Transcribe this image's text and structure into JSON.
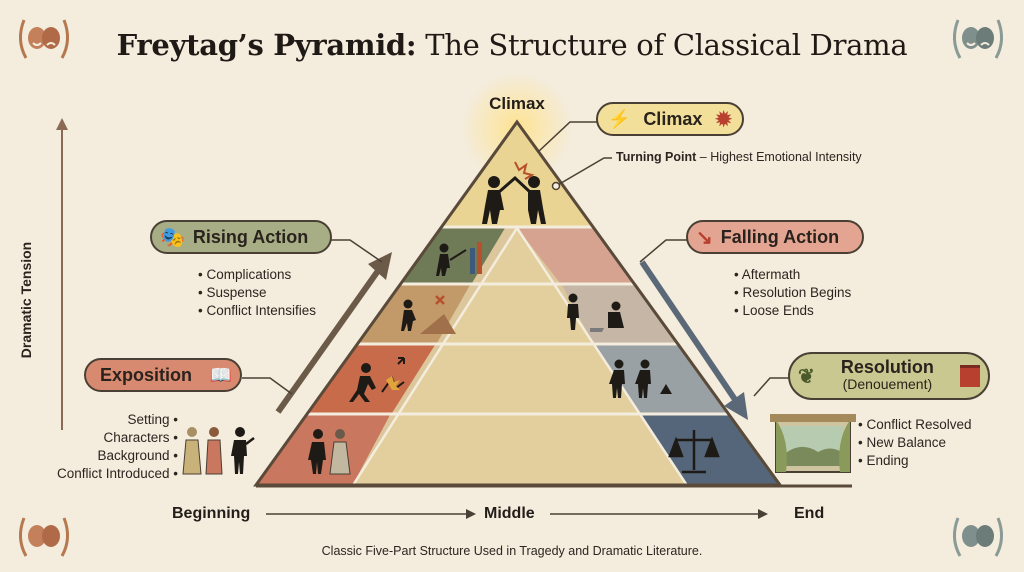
{
  "title": {
    "bold": "Freytag’s Pyramid:",
    "rest": " The Structure of Classical Drama"
  },
  "apex_label": "Climax",
  "y_axis_label": "Dramatic Tension",
  "stages": {
    "climax": {
      "label": "Climax",
      "note_bold": "Turning Point",
      "note_rest": " – Highest Emotional Intensity"
    },
    "rising": {
      "label": "Rising Action",
      "bullets": [
        "Complications",
        "Suspense",
        "Conflict Intensifies"
      ]
    },
    "falling": {
      "label": "Falling Action",
      "bullets": [
        "Aftermath",
        "Resolution Begins",
        "Loose Ends"
      ]
    },
    "exposition": {
      "label": "Exposition",
      "bullets": [
        "Setting",
        "Characters",
        "Background",
        "Conflict Introduced"
      ]
    },
    "resolution": {
      "label": "Resolution",
      "sublabel": "(Denouement)",
      "bullets": [
        "Conflict Resolved",
        "New Balance",
        "Ending"
      ]
    }
  },
  "timeline": [
    "Beginning",
    "Middle",
    "End"
  ],
  "footer": "Classic Five-Part Structure Used in Tragedy and Dramatic Literature.",
  "colors": {
    "background": "#f4ecdc",
    "exposition": "#c9775f",
    "rising": "#6f7a57",
    "climax": "#e3c87a",
    "falling": "#cd9a8a",
    "resolution": "#55667a"
  }
}
